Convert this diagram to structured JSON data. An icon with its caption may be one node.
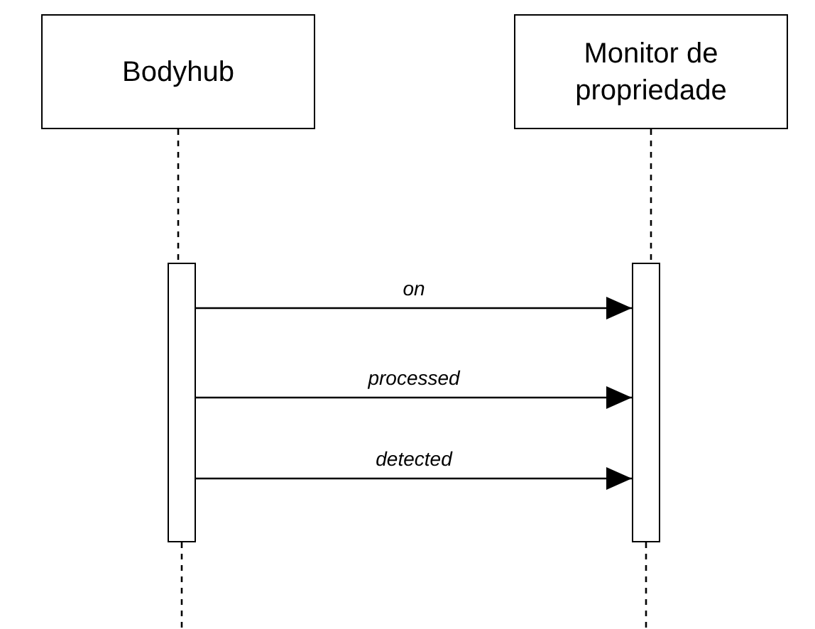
{
  "diagram": {
    "nodes": [
      {
        "text": [
          "Bodyhub"
        ]
      },
      {
        "text": [
          "Monitor de propriedade"
        ]
      },
      {
        "text": [],
        "shape": "bar"
      },
      {
        "text": [],
        "shape": "bar"
      }
    ],
    "edges": [
      {
        "from": 0,
        "to": 2,
        "arrow": "none",
        "style": "dashed"
      },
      {
        "from": 2,
        "to": null,
        "arrow": "none",
        "style": "dashed"
      },
      {
        "from": 1,
        "to": 3,
        "arrow": "none",
        "style": "dashed"
      },
      {
        "from": 3,
        "to": null,
        "arrow": "none",
        "style": "dashed"
      },
      {
        "from": 2,
        "to": 3,
        "arrow": "to",
        "label": "on"
      },
      {
        "from": 2,
        "to": 3,
        "arrow": "to",
        "label": "processed"
      },
      {
        "from": 2,
        "to": 3,
        "arrow": "to",
        "label": "detected"
      }
    ]
  }
}
